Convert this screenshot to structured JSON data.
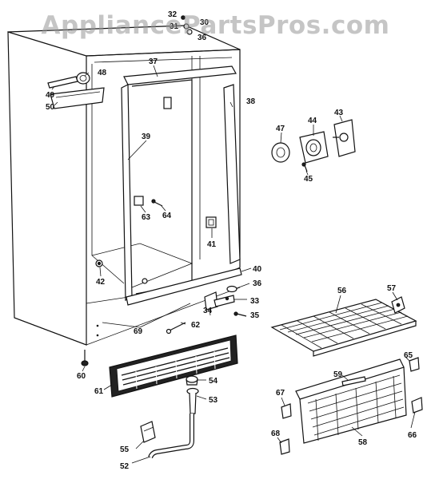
{
  "watermark": "AppliancePartsPros.com",
  "colors": {
    "ink": "#111111",
    "watermark": "#969696",
    "background": "#ffffff"
  },
  "callouts": [
    "32",
    "31",
    "30",
    "36",
    "37",
    "38",
    "48",
    "49",
    "50",
    "39",
    "63",
    "64",
    "41",
    "42",
    "47",
    "44",
    "43",
    "45",
    "40",
    "36",
    "34",
    "33",
    "35",
    "69",
    "62",
    "56",
    "57",
    "60",
    "54",
    "61",
    "53",
    "59",
    "65",
    "67",
    "58",
    "66",
    "68",
    "55",
    "52"
  ]
}
